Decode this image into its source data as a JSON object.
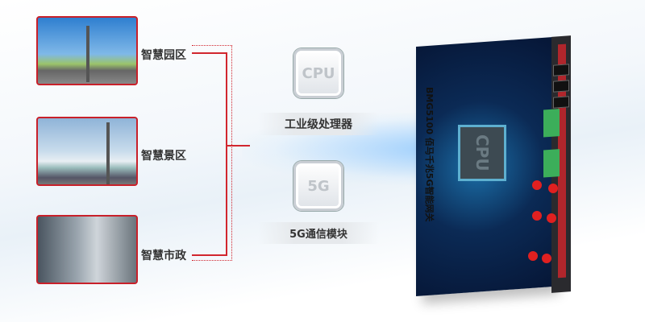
{
  "scenarios": [
    {
      "label": "智慧园区"
    },
    {
      "label": "智慧景区"
    },
    {
      "label": "智慧市政"
    }
  ],
  "features": [
    {
      "icon_text": "CPU",
      "label": "工业级处理器"
    },
    {
      "icon_text": "5G",
      "label": "5G通信模块"
    }
  ],
  "device": {
    "name": "BMG5100 佰马千兆5G智能网关",
    "chip_text": "CPU"
  },
  "colors": {
    "accent": "#d1262e",
    "device_blue": "#0b2a55"
  }
}
